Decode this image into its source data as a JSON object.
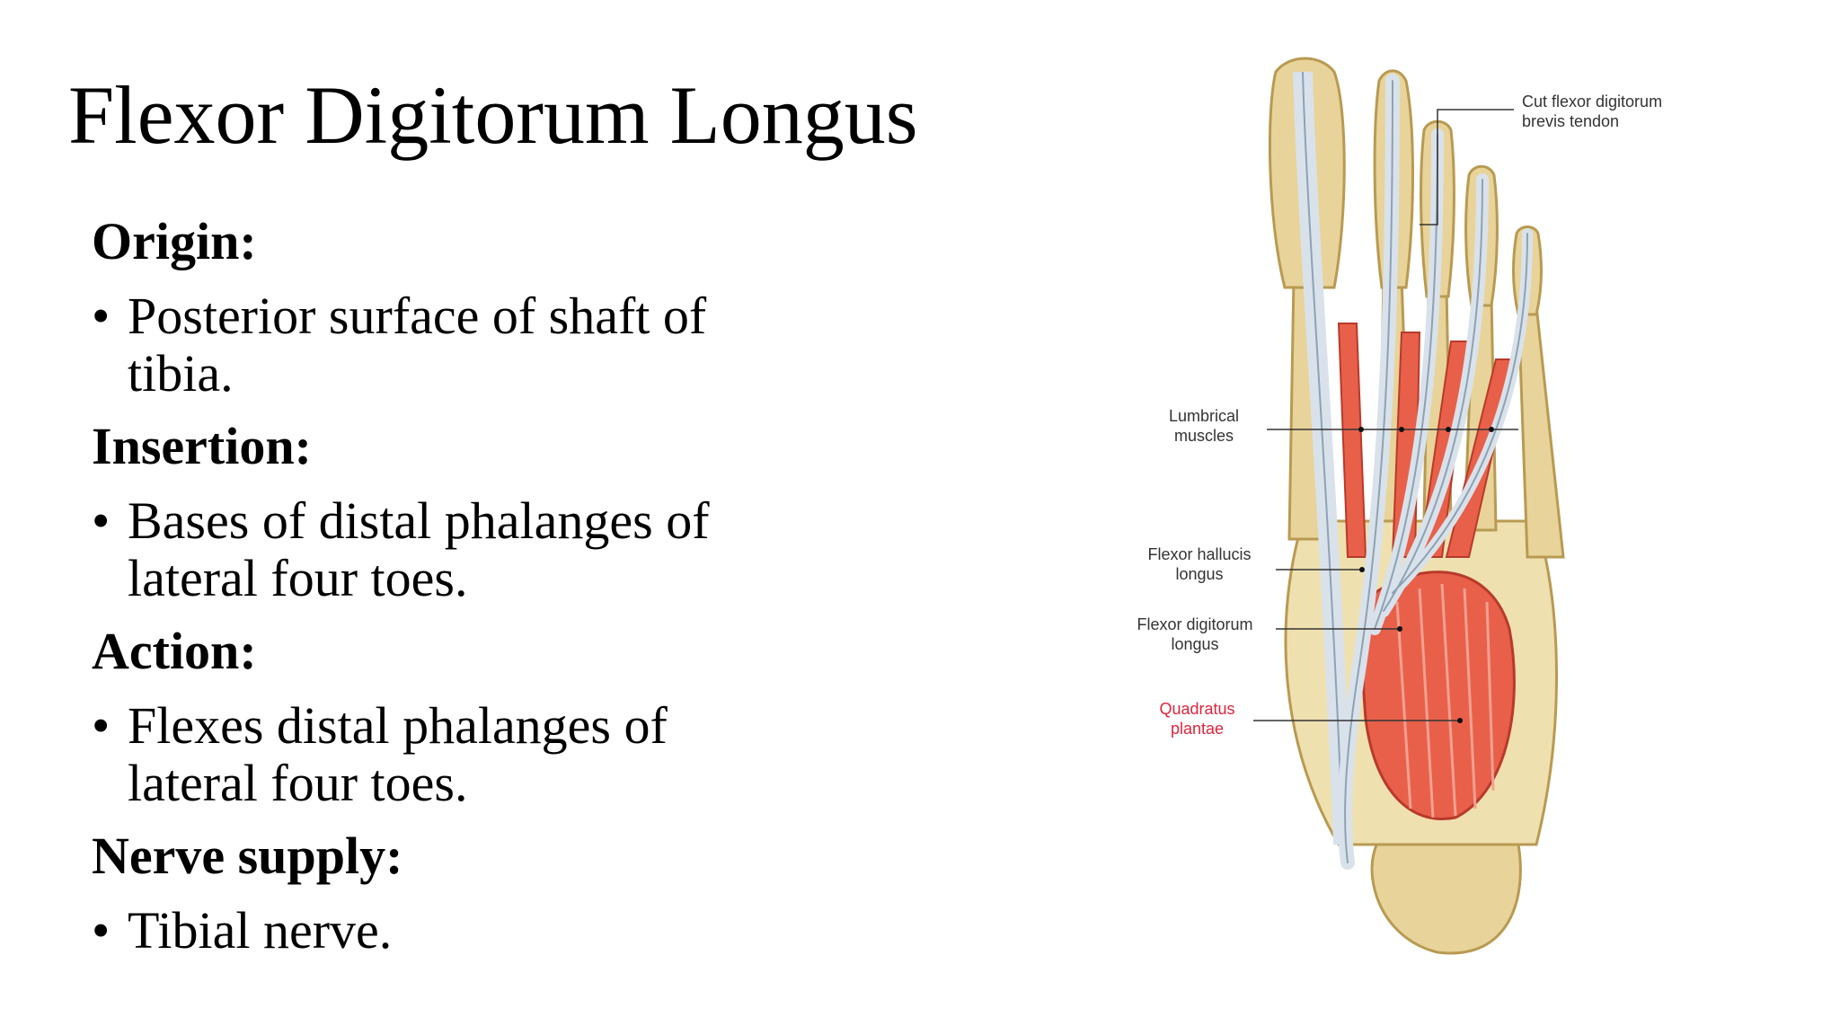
{
  "slide": {
    "title": "Flexor Digitorum Longus",
    "sections": [
      {
        "heading": "Origin:",
        "bullets": [
          "Posterior surface of shaft of tibia."
        ]
      },
      {
        "heading": "Insertion:",
        "bullets": [
          "Bases of distal phalanges of lateral four toes."
        ]
      },
      {
        "heading": "Action:",
        "bullets": [
          "Flexes distal phalanges of lateral four toes."
        ]
      },
      {
        "heading": "Nerve supply:",
        "bullets": [
          "Tibial nerve."
        ]
      }
    ],
    "bullet_glyph": "•"
  },
  "figure": {
    "labels": {
      "cut_fdb_tendon": "Cut flexor digitorum\nbrevis tendon",
      "lumbricals": "Lumbrical\nmuscles",
      "fhl": "Flexor hallucis\nlongus",
      "fdl": "Flexor digitorum\nlongus",
      "quadratus": "Quadratus\nplantae"
    },
    "colors": {
      "bone": "#e8d49a",
      "bone_edge": "#b89a52",
      "tendon": "#d9e2ea",
      "tendon_edge": "#8ea2b4",
      "muscle": "#e8604a",
      "muscle_edge": "#b83a2a",
      "highlight_label": "#e0243c"
    }
  }
}
